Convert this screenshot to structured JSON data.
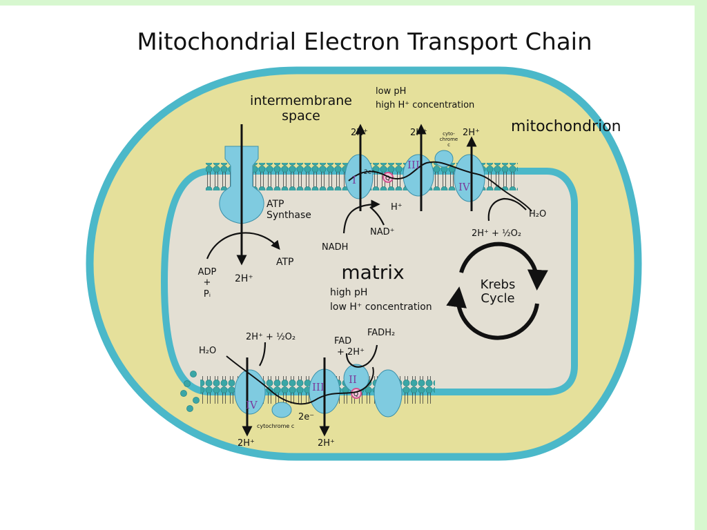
{
  "title": "Mitochondrial Electron Transport Chain",
  "labels": {
    "intermembrane_1": "intermembrane",
    "intermembrane_2": "space",
    "low_ph": "low pH",
    "high_h": "high H⁺ concentration",
    "mitochondrion": "mitochondrion",
    "matrix": "matrix",
    "high_ph": "high pH",
    "low_h": "low H⁺ concentration",
    "krebs_1": "Krebs",
    "krebs_2": "Cycle",
    "atp_synthase_1": "ATP",
    "atp_synthase_2": "Synthase",
    "adp": "ADP",
    "plus": "+",
    "pi": "Pᵢ",
    "atp": "ATP",
    "two_h_down": "2H⁺",
    "nadh": "NADH",
    "nad": "NAD⁺",
    "h_plus": "H⁺",
    "two_h_top_1": "2H⁺",
    "two_h_top_2": "2H⁺",
    "two_h_top_3": "2H⁺",
    "cytochrome_small_1": "cyto-",
    "cytochrome_small_2": "chrome",
    "cytochrome_small_3": "c",
    "h2o_top": "H₂O",
    "half_o2_top": "2H⁺ + ½O₂",
    "half_o2_bottom": "2H⁺ + ½O₂",
    "h2o_bottom": "H₂O",
    "fad_1": "FAD",
    "fad_2": "+ 2H⁺",
    "fadh2": "FADH₂",
    "two_e": "2e⁻",
    "two_e_top": "2e⁻",
    "cytochrome_c": "cytochrome c",
    "two_h_bottom_1": "2H⁺",
    "two_h_bottom_2": "2H⁺",
    "complex_I": "I",
    "complex_III_top": "III",
    "complex_IV_top": "IV",
    "complex_II": "II",
    "complex_III_bottom": "III",
    "complex_IV_bottom": "IV",
    "q_top": "Q",
    "q_bottom": "Q"
  },
  "colors": {
    "page_background": "#d7f7cf",
    "outer_membrane": "#4bb8c9",
    "intermembrane_space": "#e5e09b",
    "matrix": "#e3dfd3",
    "protein": "#7fcbe0",
    "lipid_head": "#3aa6a6",
    "ubiquinone": "#d0508c"
  }
}
